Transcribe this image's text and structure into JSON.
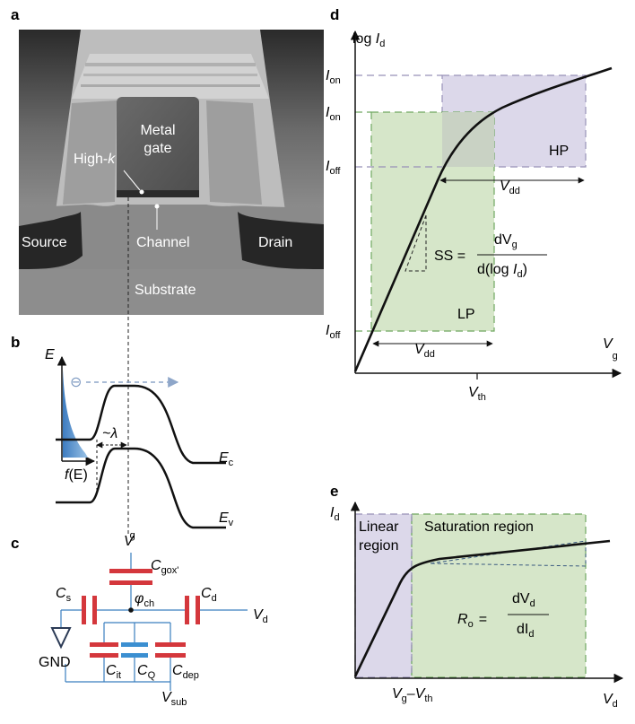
{
  "figure": {
    "panels": {
      "a": "a",
      "b": "b",
      "c": "c",
      "d": "d",
      "e": "e"
    }
  },
  "panel_a": {
    "metal_gate_line1": "Metal",
    "metal_gate_line2": "gate",
    "high_k": "High-",
    "high_k_italic": "k",
    "channel": "Channel",
    "source": "Source",
    "drain": "Drain",
    "substrate": "Substrate"
  },
  "panel_b": {
    "E": "E",
    "electron": "⊖",
    "lambda": "~λ",
    "fE_f": "f",
    "fE_arg": "(E)",
    "Ec": "E",
    "Ec_sub": "c",
    "Ev": "E",
    "Ev_sub": "v"
  },
  "panel_c": {
    "Vg": "V",
    "Vg_sub": "g",
    "Cgox": "C",
    "Cgox_sub": "gox'",
    "Cs": "C",
    "Cs_sub": "s",
    "Cd": "C",
    "Cd_sub": "d",
    "phi": "φ",
    "phi_sub": "ch",
    "Vd": "V",
    "Vd_sub": "d",
    "GND": "GND",
    "Cit": "C",
    "Cit_sub": "it",
    "CQ": "C",
    "CQ_sub": "Q",
    "Cdep": "C",
    "Cdep_sub": "dep",
    "Vsub": "V",
    "Vsub_sub": "sub"
  },
  "panel_d": {
    "y_axis": "log ",
    "y_axis_var": "I",
    "y_axis_sub": "d",
    "x_axis": "V",
    "x_axis_sub": "g",
    "Ion_hp": "I",
    "Ion_hp_sub": "on",
    "Ion_lp": "I",
    "Ion_lp_sub": "on",
    "Ioff_hp": "I",
    "Ioff_hp_sub": "off",
    "Ioff_lp": "I",
    "Ioff_lp_sub": "off",
    "HP": "HP",
    "LP": "LP",
    "Vdd_hp": "V",
    "Vdd_hp_sub": "dd",
    "Vdd_lp": "V",
    "Vdd_lp_sub": "dd",
    "Vth": "V",
    "Vth_sub": "th",
    "SS": "SS =",
    "SS_num": "dV",
    "SS_num_sub": "g",
    "SS_den": "d(log ",
    "SS_den_var": "I",
    "SS_den_sub": "d",
    "SS_den_close": ")"
  },
  "panel_e": {
    "y_axis": "I",
    "y_axis_sub": "d",
    "x_axis": "V",
    "x_axis_sub": "d",
    "linear_line1": "Linear",
    "linear_line2": "region",
    "saturation": "Saturation region",
    "Ro": "R",
    "Ro_sub": "o",
    "Ro_eq": "=",
    "Ro_num": "dV",
    "Ro_num_sub": "d",
    "Ro_den": "dI",
    "Ro_den_sub": "d",
    "x_tick": "V",
    "x_tick_sub1": "g",
    "x_tick_mid": "–V",
    "x_tick_sub2": "th"
  },
  "colors": {
    "green_fill": "#d6e6c9",
    "green_stroke": "#6fa860",
    "purple_fill": "#dcd8ea",
    "purple_stroke": "#9891b8",
    "capacitor_red": "#d4373c",
    "capacitor_blue": "#3b8fd1",
    "wire_blue": "#3a7fbf",
    "fermi_blue": "#5b95cc"
  }
}
